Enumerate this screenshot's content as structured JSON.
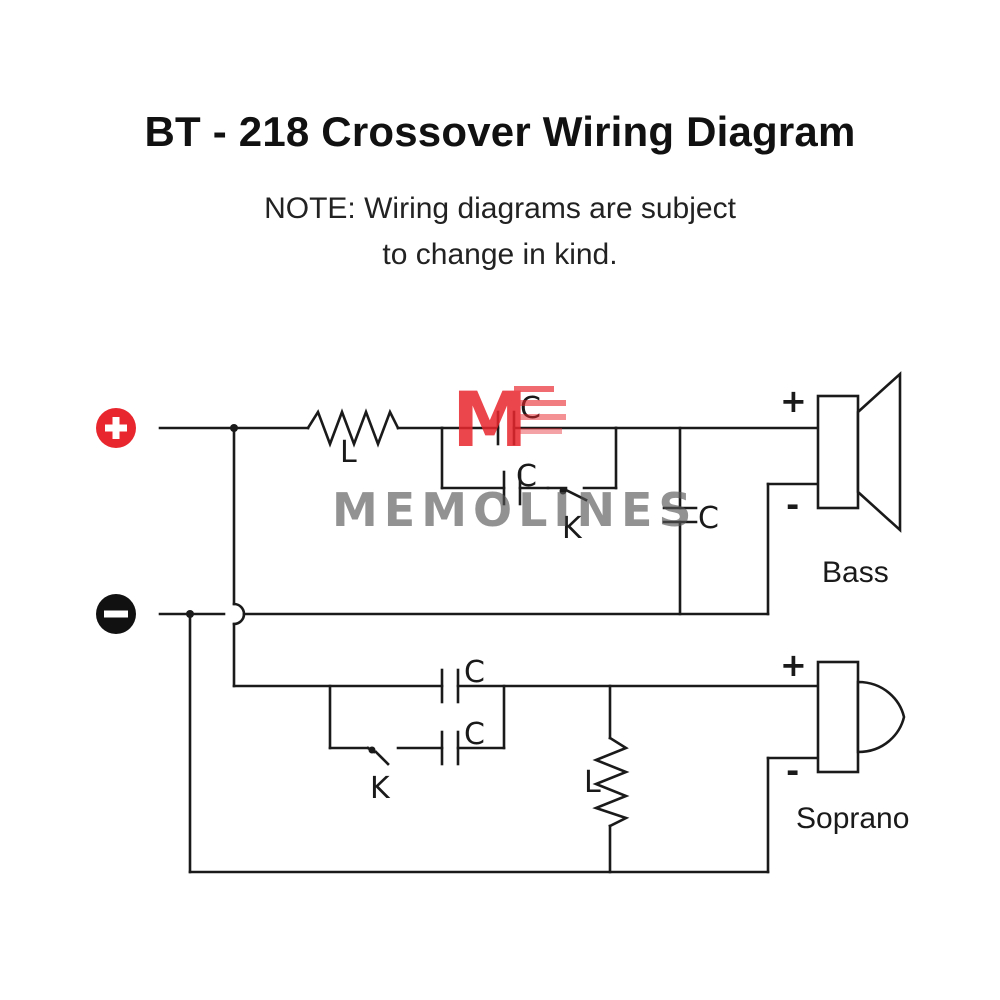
{
  "title": "BT - 218 Crossover Wiring Diagram",
  "note": {
    "line1": "NOTE: Wiring diagrams are subject",
    "line2": "to change in kind."
  },
  "terminals": {
    "positive": {
      "icon": "plus-circle-icon",
      "color": "#e8262d"
    },
    "negative": {
      "icon": "minus-circle-icon",
      "color": "#111111"
    }
  },
  "components": {
    "bass_inductor": "L",
    "bass_cap_top": "C",
    "bass_cap_middle": "C",
    "bass_switch": "K",
    "bass_cap_shunt": "C",
    "tweeter_cap_top": "C",
    "tweeter_cap_bottom": "C",
    "tweeter_switch": "K",
    "tweeter_inductor": "L"
  },
  "speakers": {
    "bass": {
      "label": "Bass",
      "plus": "+",
      "minus": "-"
    },
    "soprano": {
      "label": "Soprano",
      "plus": "+",
      "minus": "-"
    }
  },
  "watermark": {
    "text": "MEMOLINES",
    "logo_letter": "M",
    "colors": {
      "logo": "#e8262d",
      "text": "#555555"
    }
  }
}
